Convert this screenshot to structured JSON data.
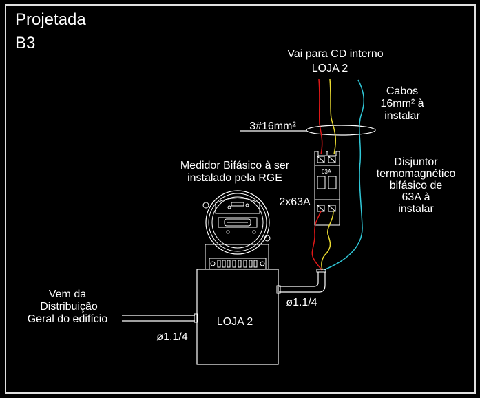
{
  "title": {
    "line1": "Projetada",
    "line2": "B3"
  },
  "labels": {
    "destination_line1": "Vai para CD interno",
    "destination_line2": "LOJA 2",
    "cables_line1": "Cabos",
    "cables_line2": "16mm² à",
    "cables_line3": "instalar",
    "conductor_spec": "3#16mm²",
    "breaker_desc_line1": "Disjuntor",
    "breaker_desc_line2": "termomagnético",
    "breaker_desc_line3": "bifásico de",
    "breaker_desc_line4": "63A à",
    "breaker_desc_line5": "instalar",
    "meter_desc_line1": "Medidor Bifásico à ser",
    "meter_desc_line2": "instalado pela RGE",
    "breaker_rating": "2x63A",
    "breaker_face_rating": "63A",
    "source_line1": "Vem da",
    "source_line2": "Distribuição",
    "source_line3": "Geral do edifício",
    "conduit_left": "ø1.1/4",
    "conduit_right": "ø1.1/4",
    "box_label": "LOJA 2"
  },
  "wire_colors": {
    "phase_a": "#e01818",
    "phase_b": "#e8d830",
    "neutral": "#30c8d8",
    "drawing": "#ffffff",
    "background": "#000000"
  }
}
